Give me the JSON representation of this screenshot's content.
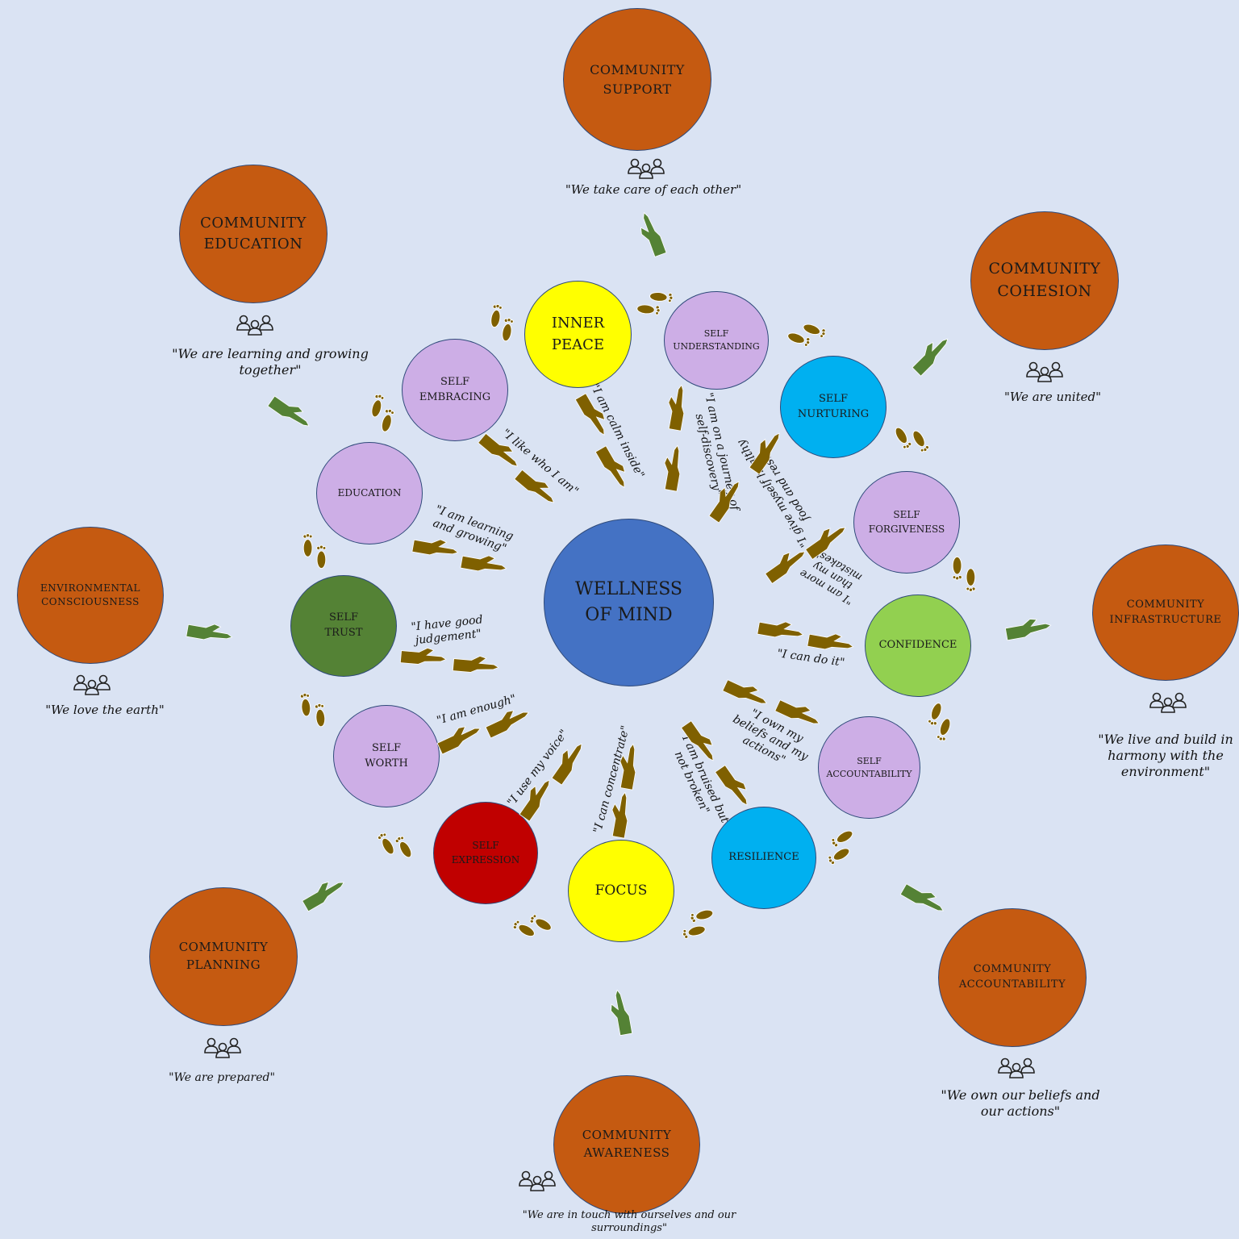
{
  "center": {
    "label": "WELLNESS OF MIND",
    "color": "#4472c4"
  },
  "inner_circles": [
    {
      "id": "inner-peace",
      "label": "INNER PEACE",
      "color": "#ffff00"
    },
    {
      "id": "self-understanding",
      "label": "SELF UNDERSTANDING",
      "color": "#cdaee6"
    },
    {
      "id": "self-nurturing",
      "label": "SELF NURTURING",
      "color": "#00b0f0"
    },
    {
      "id": "self-forgiveness",
      "label": "SELF FORGIVENESS",
      "color": "#cdaee6"
    },
    {
      "id": "confidence",
      "label": "CONFIDENCE",
      "color": "#92d050"
    },
    {
      "id": "self-accountability",
      "label": "SELF ACCOUNTABILITY",
      "color": "#cdaee6"
    },
    {
      "id": "resilience",
      "label": "RESILIENCE",
      "color": "#00b0f0"
    },
    {
      "id": "focus",
      "label": "FOCUS",
      "color": "#ffff00"
    },
    {
      "id": "self-expression",
      "label": "SELF EXPRESSION",
      "color": "#c00000"
    },
    {
      "id": "self-worth",
      "label": "SELF WORTH",
      "color": "#cdaee6"
    },
    {
      "id": "self-trust",
      "label": "SELF TRUST",
      "color": "#548235"
    },
    {
      "id": "education",
      "label": "EDUCATION",
      "color": "#cdaee6"
    },
    {
      "id": "self-embracing",
      "label": "SELF EMBRACING",
      "color": "#cdaee6"
    }
  ],
  "affirmations": [
    {
      "id": "calm-inside",
      "text": "\"I am calm inside\""
    },
    {
      "id": "self-discovery",
      "text": "\"I am on a journey of self-discovery\""
    },
    {
      "id": "food-rest",
      "text": "\"I give myself healthy food and rest\""
    },
    {
      "id": "more-than-mistakes",
      "text": "\"I am more than my mistakes\""
    },
    {
      "id": "can-do-it",
      "text": "\"I can do it\""
    },
    {
      "id": "own-beliefs",
      "text": "\"I own my beliefs and my actions\""
    },
    {
      "id": "bruised",
      "text": "\"I am bruised but not broken\""
    },
    {
      "id": "concentrate",
      "text": "\"I can concentrate\""
    },
    {
      "id": "voice",
      "text": "\"I use my voice\""
    },
    {
      "id": "enough",
      "text": "\"I am enough\""
    },
    {
      "id": "judgement",
      "text": "\"I have good judgement\""
    },
    {
      "id": "learning",
      "text": "\"I am learning and growing\""
    },
    {
      "id": "like-who",
      "text": "\"I like who I am\""
    }
  ],
  "community": [
    {
      "id": "support",
      "label": "COMMUNITY SUPPORT",
      "quote": "\"We take care of each other\""
    },
    {
      "id": "cohesion",
      "label": "COMMUNITY COHESION",
      "quote": "\"We are united\""
    },
    {
      "id": "infrastructure",
      "label": "COMMUNITY INFRASTRUCTURE",
      "quote": "\"We live and build in harmony with the environment\""
    },
    {
      "id": "accountability",
      "label": "COMMUNITY ACCOUNTABILITY",
      "quote": "\"We own our beliefs and our actions\""
    },
    {
      "id": "awareness",
      "label": "COMMUNITY AWARENESS",
      "quote": "\"We are in touch with ourselves and our surroundings\""
    },
    {
      "id": "planning",
      "label": "COMMUNITY PLANNING",
      "quote": "\"We are prepared\""
    },
    {
      "id": "environmental",
      "label": "ENVIRONMENTAL CONSCIOUSNESS",
      "quote": "\"We love the earth\""
    },
    {
      "id": "education",
      "label": "COMMUNITY EDUCATION",
      "quote": "\"We are learning and growing together\""
    }
  ],
  "colors": {
    "background": "#dae3f3",
    "community": "#c55a11",
    "feet": "#7f6000",
    "green_hand": "#548235",
    "brown_hand": "#7f6000"
  },
  "icons": {
    "group": "people-group-icon",
    "footprints": "footprints-icon",
    "hands": "open-hands-icon"
  }
}
